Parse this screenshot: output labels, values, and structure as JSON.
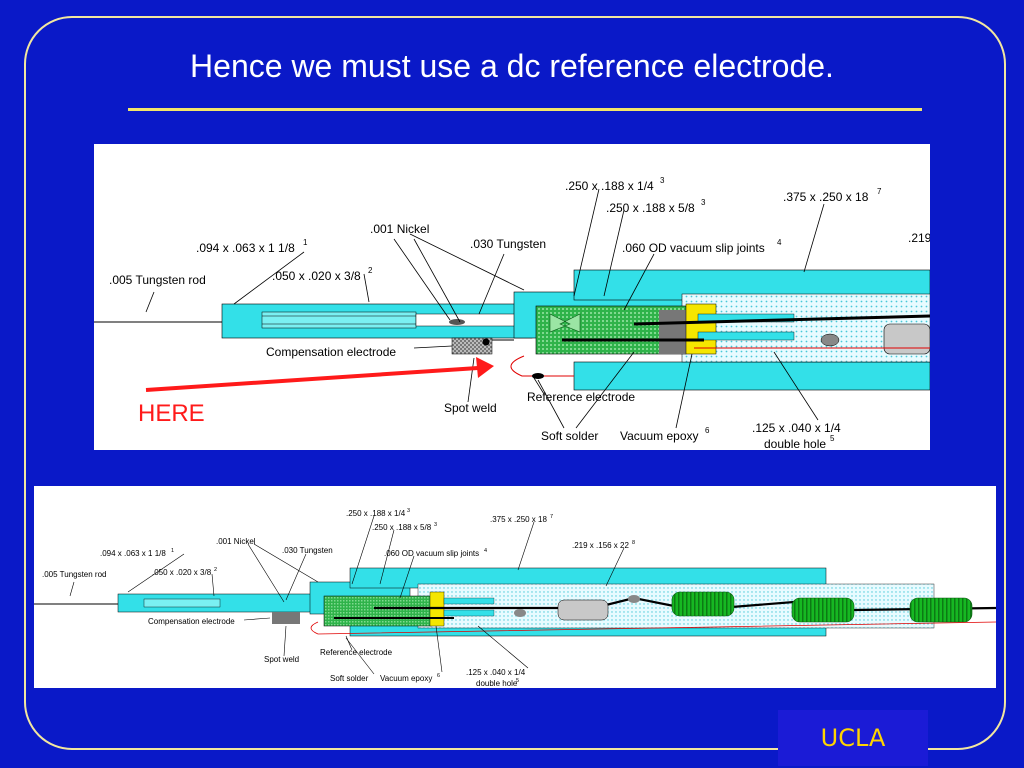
{
  "slide": {
    "title": "Hence we must use a dc reference electrode.",
    "here_label": "HERE",
    "logo_text": "UCLA"
  },
  "top_diagram": {
    "labels": [
      ".250 x .188 x 1/4",
      ".250 x .188 x 5/8",
      ".375 x .250 x 18",
      ".219",
      ".001 Nickel",
      ".030 Tungsten",
      ".060 OD vacuum slip joints",
      ".094 x .063 x 1 1/8",
      ".050 x .020 x 3/8",
      ".005 Tungsten rod",
      "Compensation electrode",
      "Reference electrode",
      "Spot weld",
      "Soft solder",
      "Vacuum epoxy",
      ".125 x .040 x 1/4",
      "double hole"
    ],
    "superscripts": [
      "3",
      "3",
      "7",
      "4",
      "1",
      "2",
      "6",
      "5"
    ]
  },
  "bottom_diagram": {
    "labels": [
      ".250 x .188 x 1/4",
      ".250 x .188 x 5/8",
      ".375 x .250 x 18",
      ".219 x .156 x 22",
      ".001 Nickel",
      ".030 Tungsten",
      ".060 OD vacuum slip joints",
      ".094 x .063 x 1 1/8",
      ".050 x .020 x 3/8",
      ".005 Tungsten rod",
      "Compensation electrode",
      "Reference electrode",
      "Spot weld",
      "Soft solder",
      "Vacuum epoxy",
      ".125 x .040 x 1/4",
      "double hole"
    ],
    "superscripts": [
      "3",
      "3",
      "7",
      "8",
      "4",
      "1",
      "2",
      "6",
      "5"
    ]
  },
  "colors": {
    "background": "#0a19c8",
    "tube": "#33e0e8",
    "component_green": "#12b020",
    "epoxy_yellow": "#f5e600",
    "arrow_red": "#ff1a1a",
    "logo_text": "#ffd400"
  }
}
